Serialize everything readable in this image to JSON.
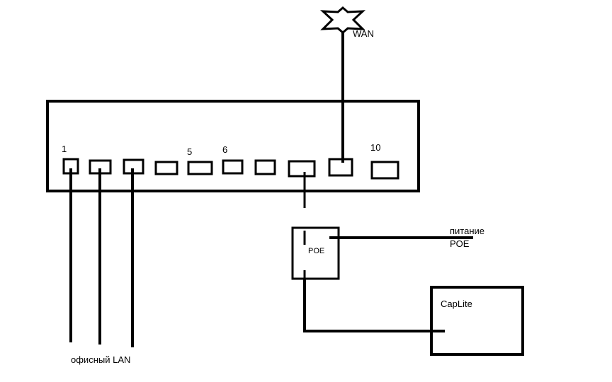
{
  "labels": {
    "wan": "WAN",
    "poe": "POE",
    "power_line1": "питание",
    "power_line2": "POE",
    "caplite": "CapLite",
    "office_lan": "офисный LAN"
  },
  "ports": [
    {
      "label": "1"
    },
    {
      "label": ""
    },
    {
      "label": ""
    },
    {
      "label": ""
    },
    {
      "label": "5"
    },
    {
      "label": "6"
    },
    {
      "label": ""
    },
    {
      "label": ""
    },
    {
      "label": ""
    },
    {
      "label": "10"
    }
  ],
  "icons": {
    "wan": "star-icon"
  },
  "colors": {
    "stroke": "#000000",
    "background": "#ffffff"
  }
}
